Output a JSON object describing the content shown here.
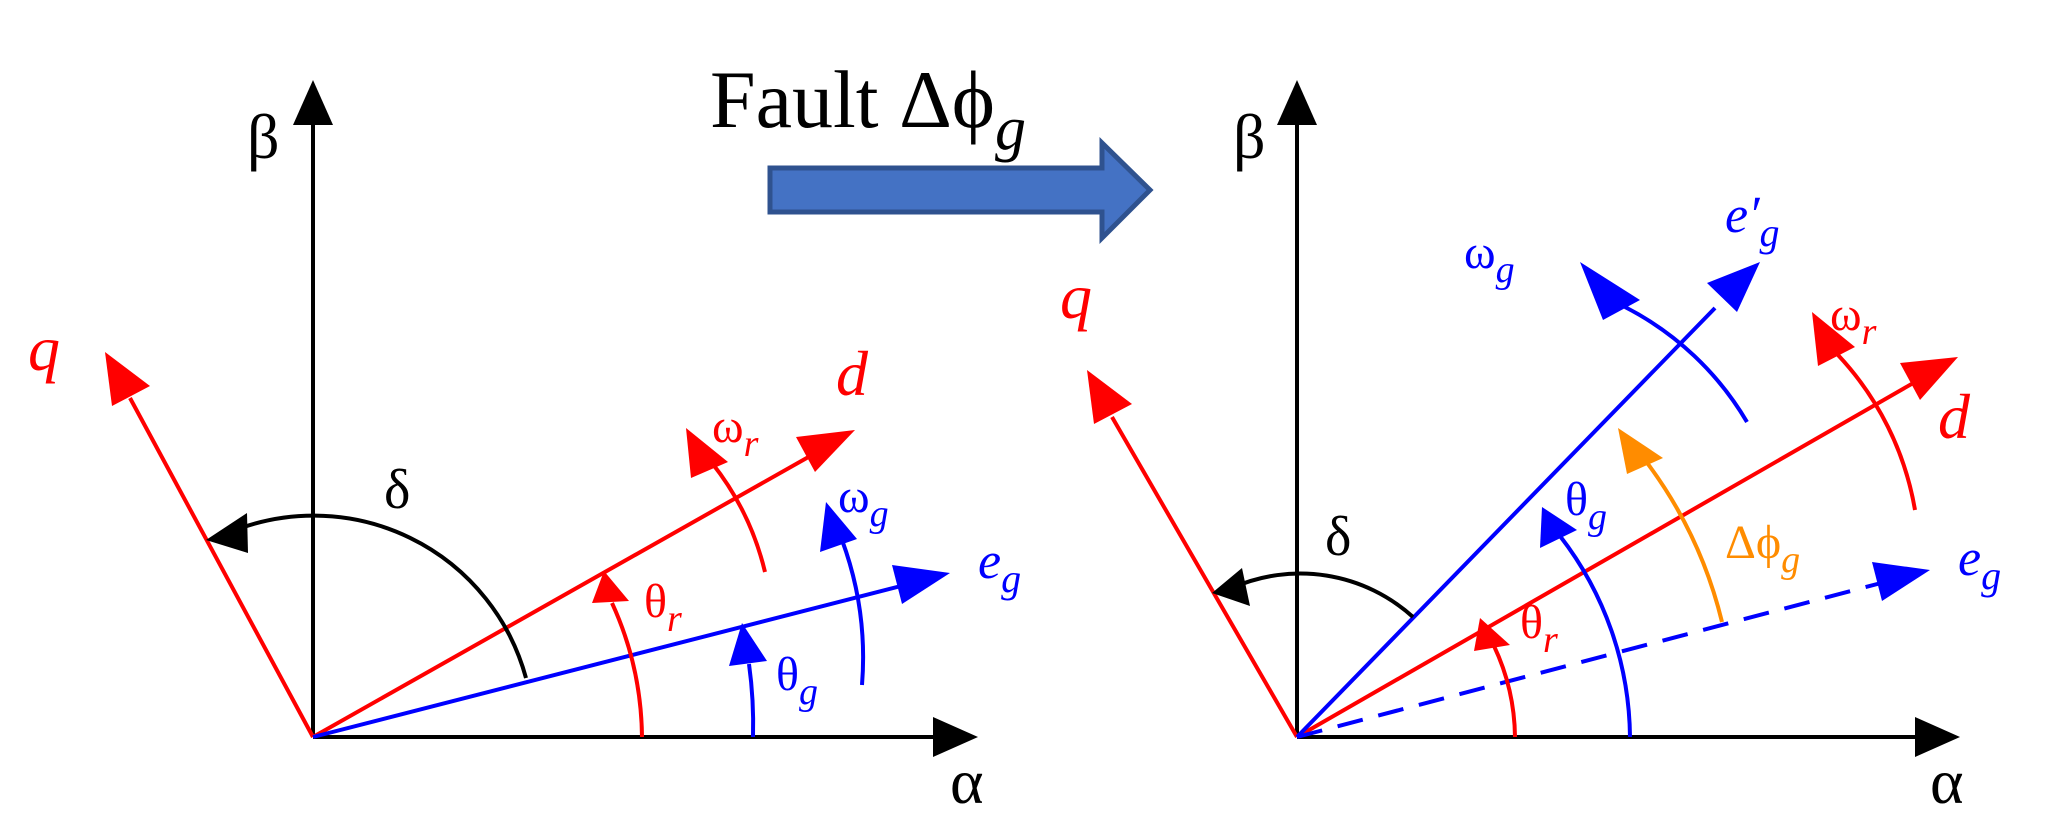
{
  "colors": {
    "axis": "#000000",
    "rotor": "#ff0000",
    "grid": "#0000ff",
    "fault": "#ff8c00",
    "arrow_fill": "#4472c4",
    "arrow_edge": "#2f528f"
  },
  "transition": {
    "label_main": "Fault Δϕ",
    "label_sub": "g",
    "icon": "right-arrow-icon"
  },
  "left_panel": {
    "alpha_label": "α",
    "beta_label": "β",
    "q_label": "q",
    "d_label": "d",
    "delta_label": "δ",
    "omega_r": {
      "main": "ω",
      "sub": "r"
    },
    "omega_g": {
      "main": "ω",
      "sub": "g"
    },
    "theta_r": {
      "main": "θ",
      "sub": "r"
    },
    "theta_g": {
      "main": "θ",
      "sub": "g"
    },
    "e_g": {
      "main": "e",
      "sub": "g"
    }
  },
  "right_panel": {
    "alpha_label": "α",
    "beta_label": "β",
    "q_label": "q",
    "d_label": "d",
    "delta_label": "δ",
    "omega_r": {
      "main": "ω",
      "sub": "r"
    },
    "omega_g": {
      "main": "ω",
      "sub": "g"
    },
    "theta_r": {
      "main": "θ",
      "sub": "r"
    },
    "theta_g": {
      "main": "θ",
      "sub": "g"
    },
    "e_g": {
      "main": "e",
      "sub": "g"
    },
    "e_prime_g": {
      "main": "e′",
      "sub": "g"
    },
    "delta_phi_g": {
      "main": "Δϕ",
      "sub": "g"
    }
  }
}
